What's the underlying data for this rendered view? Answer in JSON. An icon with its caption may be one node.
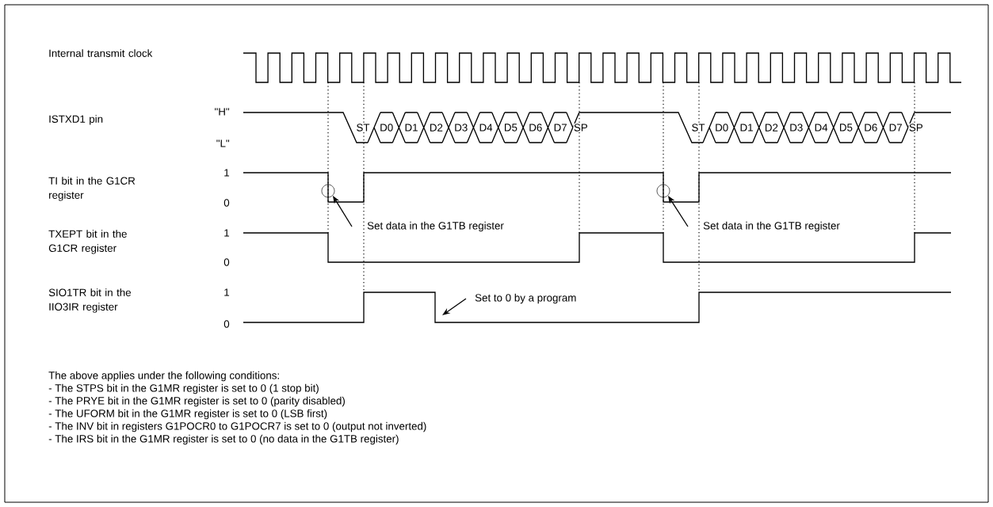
{
  "diagram": {
    "nodes": [
      {
        "text": [
          "Set data in the G1TB register"
        ]
      },
      {
        "text": [],
        "shape": "circle"
      },
      {
        "text": [
          "Set data in the G1TB register"
        ]
      },
      {
        "text": [],
        "shape": "circle"
      },
      {
        "text": [
          "Set to 0 by a program"
        ]
      }
    ],
    "edges": [
      {
        "from": 0,
        "to": 1,
        "arrow": "to"
      },
      {
        "from": 2,
        "to": 3,
        "arrow": "to"
      },
      {
        "from": 4,
        "to": null,
        "arrow": "to"
      }
    ],
    "labels": [
      "Internal transmit clock",
      "\"H\"",
      "ISTXD1 pin",
      "ST",
      "D0",
      "D1",
      "D2",
      "D3",
      "D4",
      "D5",
      "D6",
      "D7",
      "SP",
      "ST",
      "D0",
      "D1",
      "D2",
      "D3",
      "D4",
      "D5",
      "D6",
      "D7",
      "SP",
      "\"L\"",
      "TI bit in the G1CR register",
      "1",
      "0",
      "TXEPT bit in the G1CR register",
      "1",
      "0",
      "SIO1TR bit in the IIO3IR register",
      "1",
      "0",
      "The above applies under the following conditions:",
      "- The STPS bit in the G1MR register is set to 0 (1 stop bit)",
      "- The PRYE bit in the G1MR register is set to 0 (parity disabled)",
      "- The UFORM bit in the G1MR register is set to 0 (LSB first)",
      "- The INV bit in registers G1POCR0 to G1POCR7 is set to 0 (output not inverted)",
      "- The IRS bit in the G1MR register is set to 0 (no data in the G1TB register)"
    ]
  }
}
